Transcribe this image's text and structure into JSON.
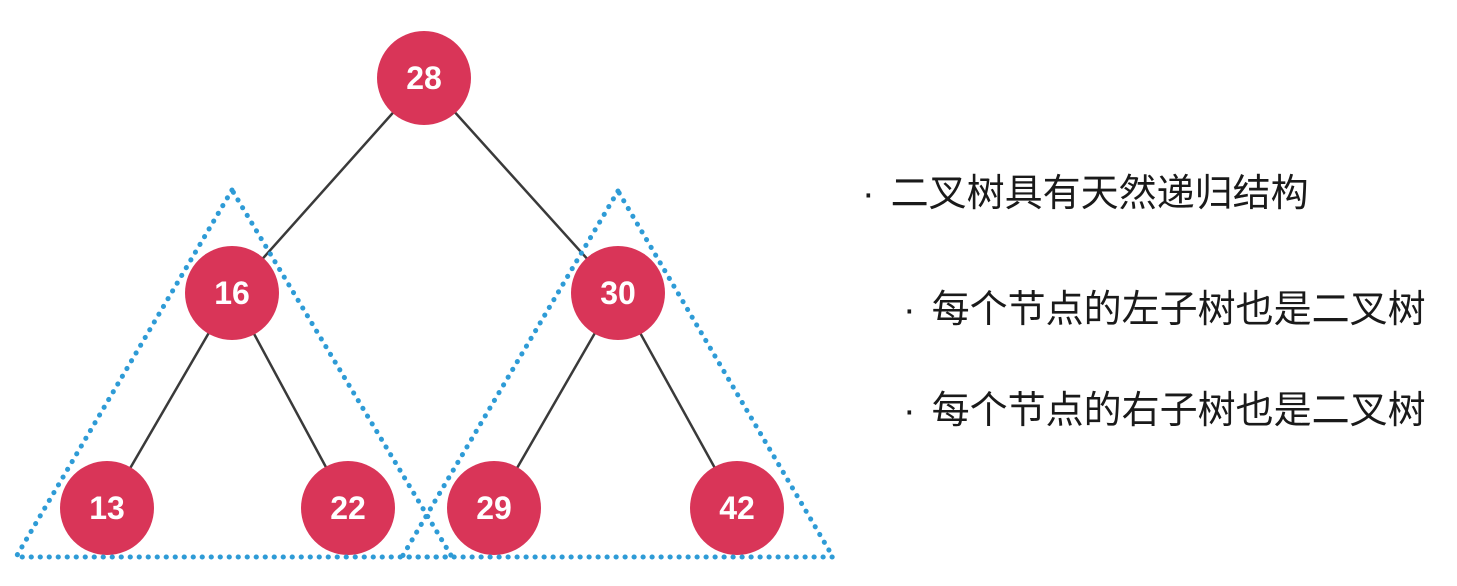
{
  "diagram": {
    "title": "binary tree with highlighted left and right subtrees",
    "nodes": [
      {
        "value": "28"
      },
      {
        "value": "16"
      },
      {
        "value": "30"
      },
      {
        "value": "13"
      },
      {
        "value": "22"
      },
      {
        "value": "29"
      },
      {
        "value": "42"
      }
    ],
    "edges": [
      {
        "from": "28",
        "to": "16"
      },
      {
        "from": "28",
        "to": "30"
      },
      {
        "from": "16",
        "to": "13"
      },
      {
        "from": "16",
        "to": "22"
      },
      {
        "from": "30",
        "to": "29"
      },
      {
        "from": "30",
        "to": "42"
      }
    ],
    "subtree_outlines": [
      {
        "style": "dotted-triangle",
        "encloses": "16, 13, 22"
      },
      {
        "style": "dotted-triangle",
        "encloses": "30, 29, 42"
      }
    ]
  },
  "notes": {
    "items": [
      {
        "bullet": "·",
        "text": "二叉树具有天然递归结构"
      },
      {
        "bullet": "·",
        "text": "每个节点的左子树也是二叉树"
      },
      {
        "bullet": "·",
        "text": "每个节点的右子树也是二叉树"
      }
    ]
  },
  "colors": {
    "node_fill": "#D93558",
    "node_text": "#FFFFFF",
    "edge": "#3A3A3A",
    "subtree_outline": "#2E9BD6",
    "note_text": "#1A1A1A",
    "background": "#FFFFFF"
  }
}
